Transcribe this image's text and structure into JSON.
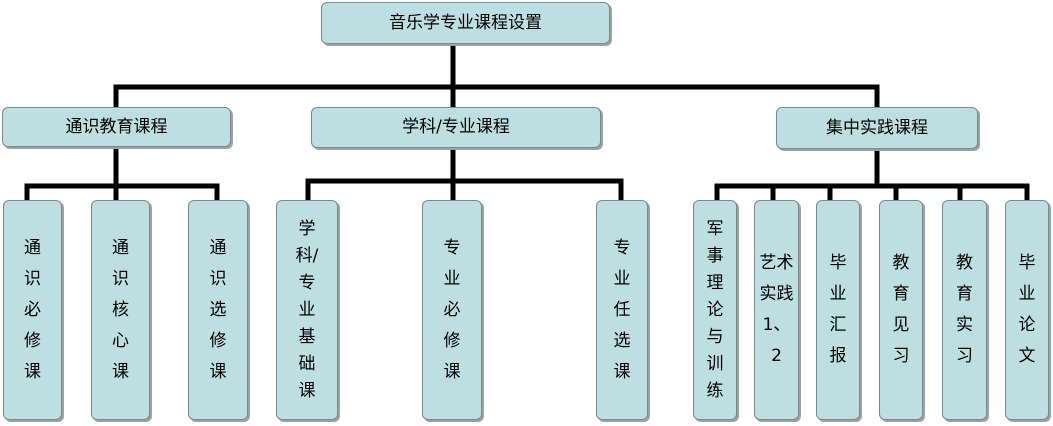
{
  "root": "音乐学专业课程设置",
  "level2": [
    "通识教育课程",
    "学科/专业课程",
    "集中实践课程"
  ],
  "general": [
    "通识必修课",
    "通识核心课",
    "通识选修课"
  ],
  "discipline": [
    "学科/专业基础课",
    "专业必修课",
    "专业任选课"
  ],
  "practice": [
    "军事理论与训练",
    "艺术实践1、2",
    "毕业汇报",
    "教育见习",
    "教育实习",
    "毕业论文"
  ],
  "colors": {
    "box_fill": "#bedfe1",
    "box_border": "#7b8a8c",
    "connector": "#000000"
  }
}
